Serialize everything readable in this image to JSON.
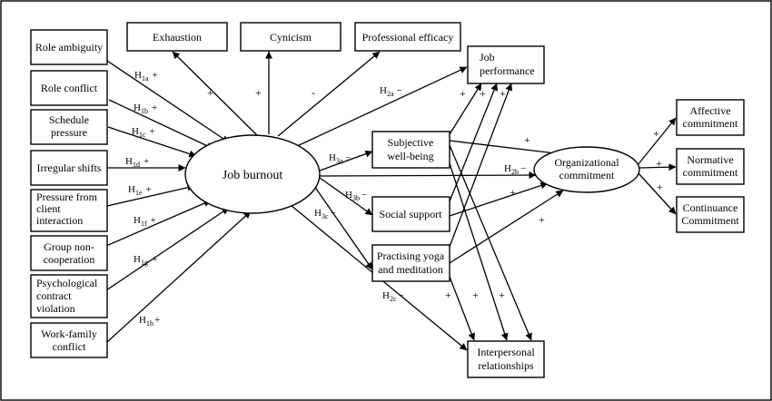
{
  "nodes": {
    "role_ambiguity": [
      "Role ambiguity"
    ],
    "role_conflict": [
      "Role conflict"
    ],
    "schedule_pressure": [
      "Schedule",
      "pressure"
    ],
    "irregular_shifts": [
      "Irregular shifts"
    ],
    "pressure_client": [
      "Pressure from",
      "client",
      "interaction"
    ],
    "group_noncoop": [
      "Group non-",
      "cooperation"
    ],
    "psych_contract": [
      "Psychological",
      "contract",
      "violation"
    ],
    "work_family": [
      "Work-family",
      "conflict"
    ],
    "exhaustion": [
      "Exhaustion"
    ],
    "cynicism": [
      "Cynicism"
    ],
    "prof_efficacy": [
      "Professional efficacy"
    ],
    "job_burnout": [
      "Job burnout"
    ],
    "job_performance": [
      "Job",
      "performance"
    ],
    "subjective_wb": [
      "Subjective",
      "well-being"
    ],
    "social_support": [
      "Social support"
    ],
    "yoga": [
      "Practising yoga",
      "and meditation"
    ],
    "org_commitment": [
      "Organizational",
      "commitment"
    ],
    "affective": [
      "Affective",
      "commitment"
    ],
    "normative": [
      "Normative",
      "commitment"
    ],
    "continuance": [
      "Continuance",
      "Commitment"
    ],
    "interpersonal": [
      "Interpersonal",
      "relationships"
    ]
  },
  "hypotheses": [
    {
      "id": "h1a",
      "main": "H",
      "sub": "1a",
      "sign": "+"
    },
    {
      "id": "h1b",
      "main": "H",
      "sub": "1b",
      "sign": "+"
    },
    {
      "id": "h1c",
      "main": "H",
      "sub": "1c",
      "sign": "+"
    },
    {
      "id": "h1d",
      "main": "H",
      "sub": "1d",
      "sign": "+"
    },
    {
      "id": "h1e",
      "main": "H",
      "sub": "1e",
      "sign": "+"
    },
    {
      "id": "h1f",
      "main": "H",
      "sub": "1f",
      "sign": "+"
    },
    {
      "id": "h1g",
      "main": "H",
      "sub": "1g",
      "sign": "+"
    },
    {
      "id": "h1h",
      "main": "H",
      "sub": "1h",
      "sign": "+"
    },
    {
      "id": "h2a",
      "main": "H",
      "sub": "2a",
      "sign": "−"
    },
    {
      "id": "h2b",
      "main": "H",
      "sub": "2b",
      "sign": "−"
    },
    {
      "id": "h2c",
      "main": "H",
      "sub": "2c",
      "sign": "−"
    },
    {
      "id": "h3a",
      "main": "H",
      "sub": "3a",
      "sign": "−"
    },
    {
      "id": "h3b",
      "main": "H",
      "sub": "3b",
      "sign": "−"
    },
    {
      "id": "h3c",
      "main": "H",
      "sub": "3c",
      "sign": "−"
    }
  ],
  "signs": {
    "burnout_exhaustion": "+",
    "burnout_cynicism": "+",
    "burnout_efficacy": "-",
    "subj_org": "+",
    "soc_org": "+",
    "yoga_org": "+",
    "org_affective": "+",
    "org_normative": "+",
    "org_continuance": "+",
    "jp_1": "+",
    "jp_2": "+",
    "jp_3": "+",
    "ir_1": "+",
    "ir_2": "+",
    "ir_3": "+"
  }
}
